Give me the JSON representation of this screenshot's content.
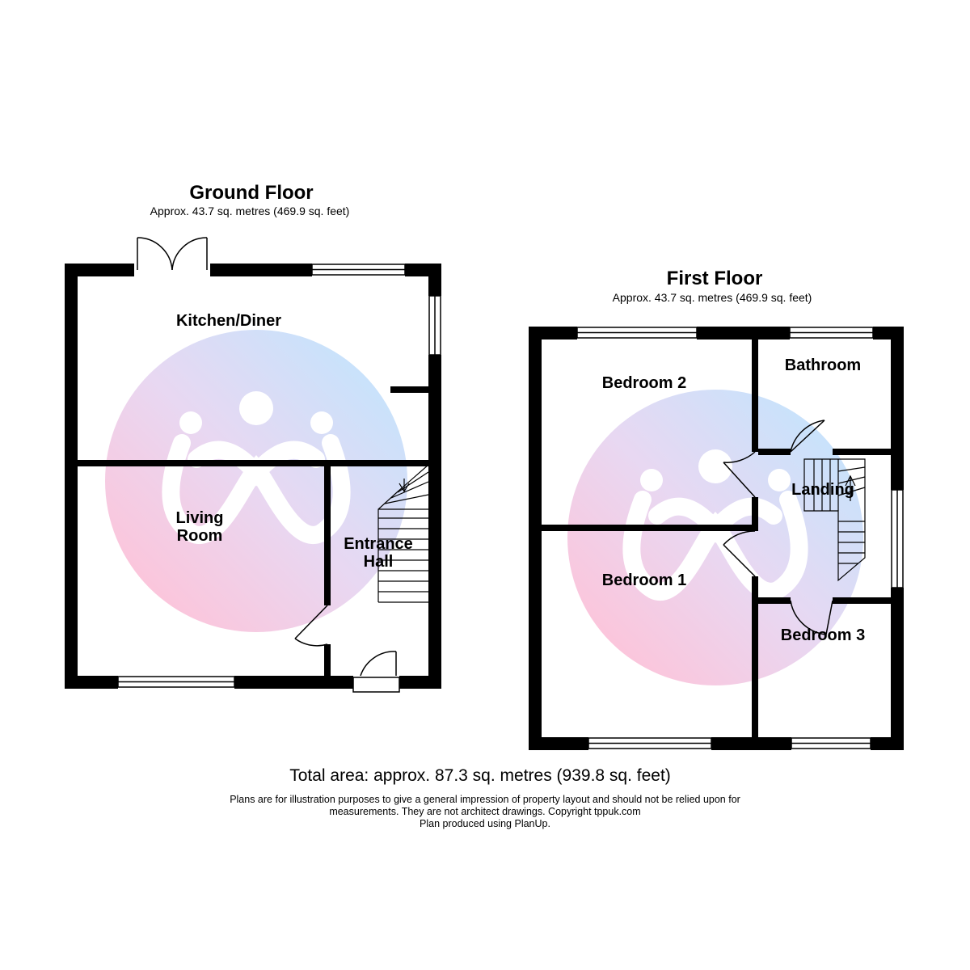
{
  "ground_floor": {
    "title": "Ground Floor",
    "area": "Approx. 43.7 sq. metres (469.9 sq. feet)",
    "rooms": {
      "kitchen_diner": "Kitchen/Diner",
      "living_room_line1": "Living",
      "living_room_line2": "Room",
      "entrance_hall_line1": "Entrance",
      "entrance_hall_line2": "Hall"
    }
  },
  "first_floor": {
    "title": "First Floor",
    "area": "Approx. 43.7 sq. metres (469.9 sq. feet)",
    "rooms": {
      "bedroom_2": "Bedroom 2",
      "bathroom": "Bathroom",
      "landing": "Landing",
      "bedroom_1": "Bedroom 1",
      "bedroom_3": "Bedroom 3"
    }
  },
  "footer": {
    "total_area": "Total area: approx. 87.3 sq. metres (939.8 sq. feet)",
    "disclaimer_line1": "Plans are for illustration purposes to give a general impression of property layout and should not be relied upon for",
    "disclaimer_line2": "measurements. They are not architect drawings.  Copyright tppuk.com",
    "disclaimer_line3": "Plan produced using PlanUp."
  },
  "colors": {
    "wall": "#000000",
    "background": "#ffffff",
    "watermark_pink": "#f9c9de",
    "watermark_blue": "#cfe3fb"
  },
  "icons": {
    "watermark": "agency-logo-watermark",
    "window": "window-symbol",
    "door": "door-swing-symbol",
    "stairs": "staircase-symbol"
  }
}
